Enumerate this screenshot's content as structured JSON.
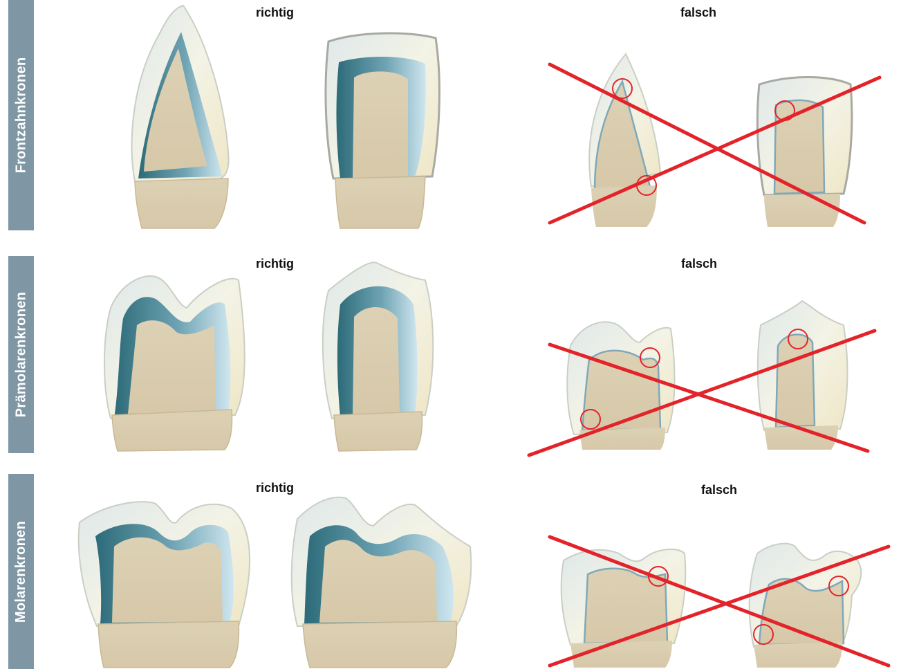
{
  "rows": [
    {
      "category": "Frontzahnkronen",
      "correct_label": "richtig",
      "wrong_label": "falsch"
    },
    {
      "category": "Prämolarenkronen",
      "correct_label": "richtig",
      "wrong_label": "falsch"
    },
    {
      "category": "Molarenkronen",
      "correct_label": "richtig",
      "wrong_label": "falsch"
    }
  ],
  "colors": {
    "sidebar": "#7f97a4",
    "stump": "#dccfb3",
    "enamel": "#eef1e4",
    "liner_dark": "#2f6f7d",
    "liner_light": "#b9d8e6",
    "cross": "#e3232a"
  }
}
